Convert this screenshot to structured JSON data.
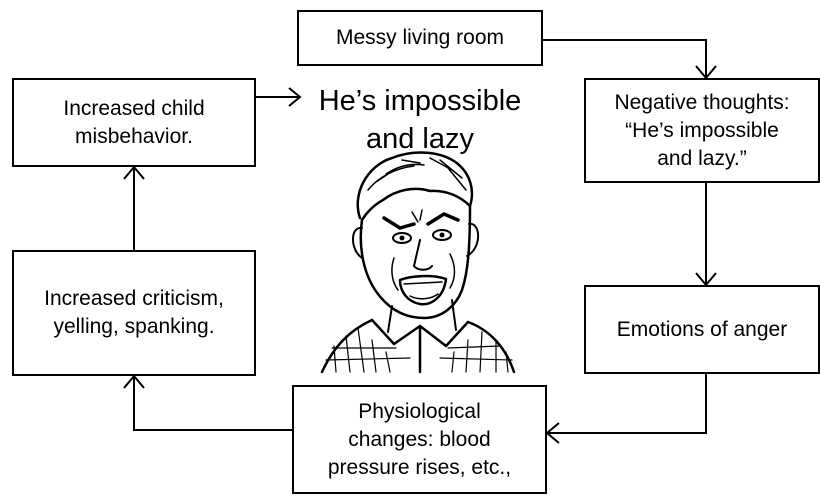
{
  "boxes": {
    "messy_room": "Messy living room",
    "negative_thoughts": "Negative thoughts:\n“He’s impossible\nand lazy.”",
    "emotions": "Emotions of anger",
    "physiological": "Physiological\nchanges: blood\npressure rises, etc.,",
    "criticism": "Increased criticism,\nyelling, spanking.",
    "misbehavior": "Increased child\nmisbehavior."
  },
  "thought_caption": "He’s impossible\nand lazy",
  "illustration": {
    "subject": "angry-man-face",
    "line_color": "#000000"
  },
  "colors": {
    "stroke": "#000000",
    "background": "#ffffff"
  }
}
